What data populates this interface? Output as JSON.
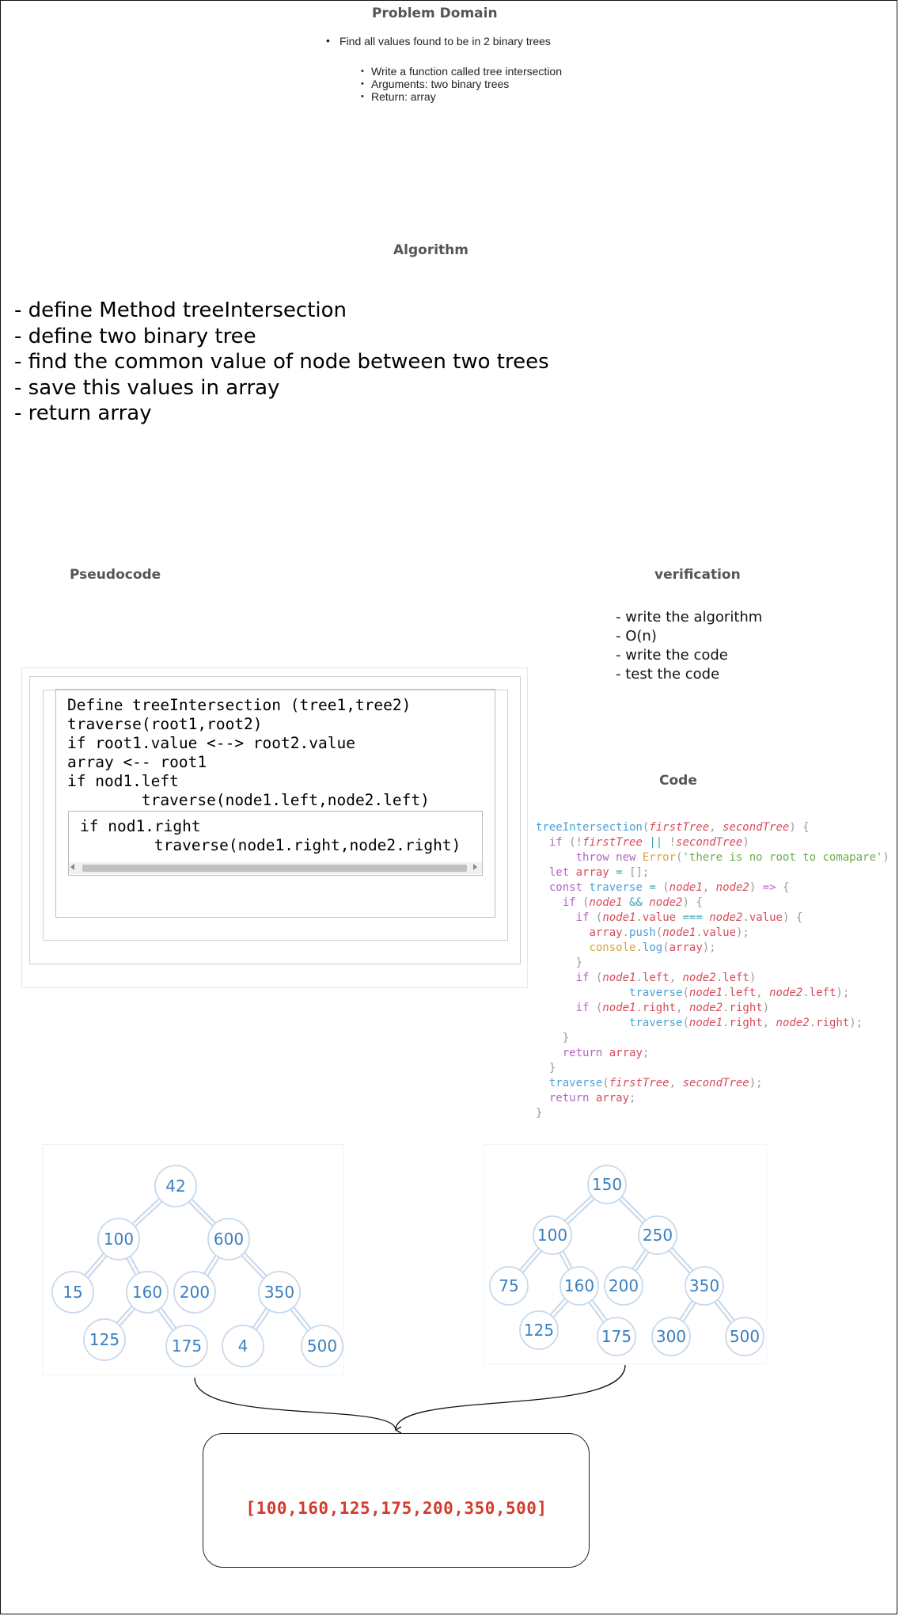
{
  "headings": {
    "problem_domain": "Problem Domain",
    "algorithm": "Algorithm",
    "pseudocode": "Pseudocode",
    "verification": "verification",
    "code": "Code"
  },
  "problem_domain": {
    "main_item": "Find all values found to be in 2 binary trees",
    "sub_items": [
      "Write a function called tree intersection",
      "Arguments: two binary trees",
      "Return: array"
    ]
  },
  "algorithm_steps": [
    "- define Method treeIntersection",
    "- define two binary tree",
    "- find the common value of node between two trees",
    "- save this values in array",
    "- return array"
  ],
  "verification_steps": [
    "- write the algorithm",
    "- O(n)",
    "- write the code",
    "- test the code"
  ],
  "pseudocode": {
    "lines": [
      "Define treeIntersection (tree1,tree2)",
      "traverse(root1,root2)",
      "if root1.value <--> root2.value",
      "array <-- root1",
      "if nod1.left",
      "        traverse(node1.left,node2.left)"
    ],
    "inner_lines": [
      "if nod1.right",
      "        traverse(node1.right,node2.right)"
    ]
  },
  "code": {
    "line1_fn": "treeIntersection",
    "line1_a": "firstTree",
    "line1_b": "secondTree",
    "line3_msg": "'there is no root to comapare'",
    "line16_a": "firstTree",
    "line16_b": "secondTree"
  },
  "tree1": {
    "values": [
      "42",
      "100",
      "600",
      "15",
      "160",
      "200",
      "350",
      "125",
      "175",
      "4",
      "500"
    ]
  },
  "tree2": {
    "values": [
      "150",
      "100",
      "250",
      "75",
      "160",
      "200",
      "350",
      "125",
      "175",
      "300",
      "500"
    ]
  },
  "result": "[100,160,125,175,200,350,500]"
}
